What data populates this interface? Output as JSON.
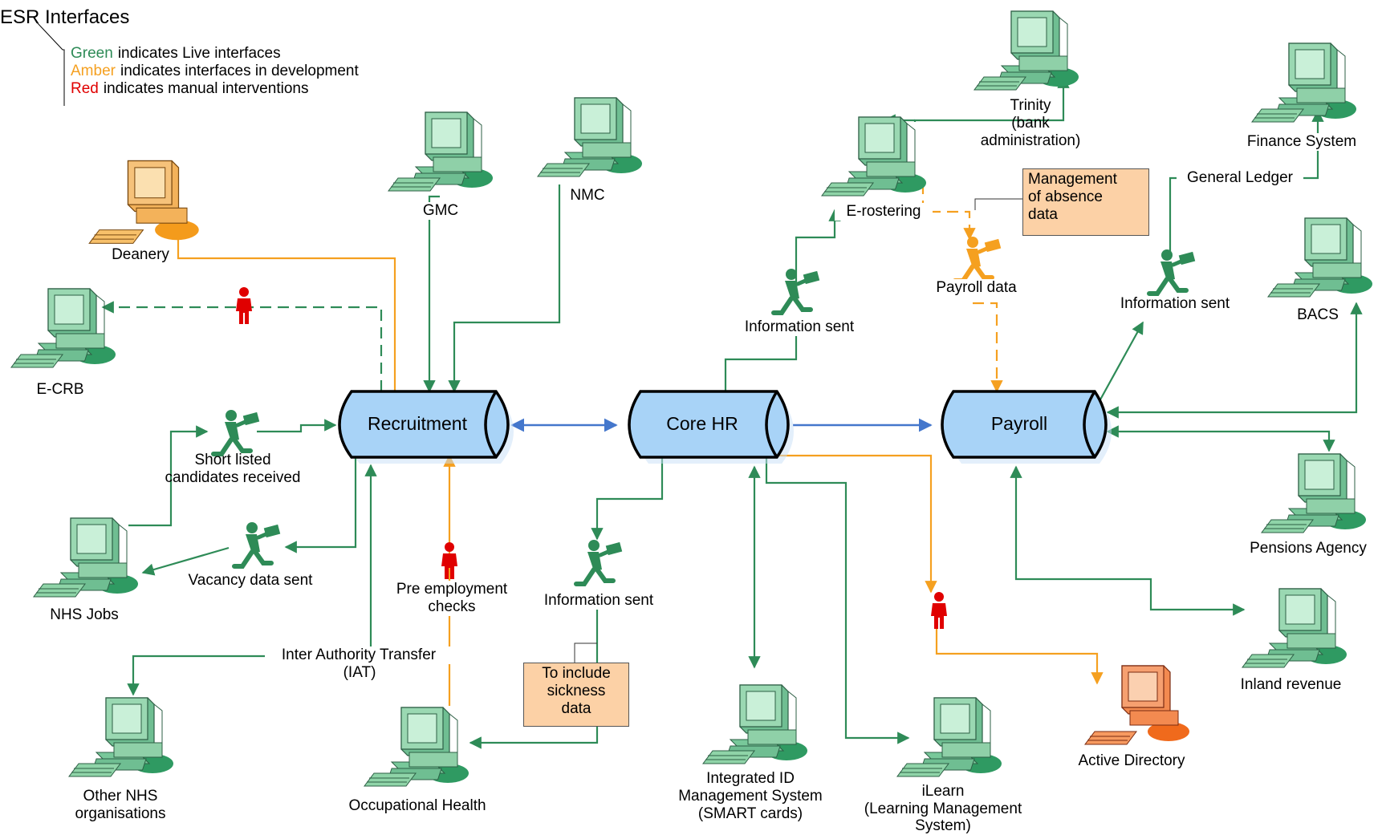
{
  "legend": {
    "title": "ESR Interfaces",
    "green_word": "Green",
    "green_text": "indicates Live interfaces",
    "amber_word": "Amber",
    "amber_text": "indicates interfaces in development",
    "red_word": "Red",
    "red_text": "indicates manual interventions"
  },
  "colors": {
    "green": "#2e8b57",
    "amber": "#f5a020",
    "red": "#e00000",
    "blue": "#4477cc",
    "drum_fill": "#a8d3f7",
    "note_fill": "#fcd1a6",
    "computer_green": "#4fa37b",
    "computer_amber": "#f0a040",
    "computer_orange": "#f07030"
  },
  "hubs": {
    "recruitment": "Recruitment",
    "core_hr": "Core HR",
    "payroll": "Payroll"
  },
  "systems": {
    "deanery": "Deanery",
    "ecrb": "E-CRB",
    "gmc": "GMC",
    "nmc": "NMC",
    "nhs_jobs": "NHS Jobs",
    "other_nhs_1": "Other NHS",
    "other_nhs_2": "organisations",
    "occupational_health": "Occupational Health",
    "integrated_id_1": "Integrated ID",
    "integrated_id_2": "Management System",
    "integrated_id_3": "(SMART cards)",
    "ilearn_1": "iLearn",
    "ilearn_2": "(Learning Management",
    "ilearn_3": "System)",
    "active_directory": "Active Directory",
    "erostering": "E-rostering",
    "trinity_1": "Trinity",
    "trinity_2": "(bank",
    "trinity_3": "administration)",
    "finance_system": "Finance System",
    "bacs": "BACS",
    "pensions_agency": "Pensions Agency",
    "inland_revenue": "Inland revenue"
  },
  "flows": {
    "short_listed_1": "Short listed",
    "short_listed_2": "candidates received",
    "vacancy_data": "Vacancy data sent",
    "pre_employment_1": "Pre employment",
    "pre_employment_2": "checks",
    "iat_1": "Inter Authority Transfer",
    "iat_2": "(IAT)",
    "info_sent_core": "Information sent",
    "info_sent_erostering": "Information sent",
    "payroll_data": "Payroll data",
    "info_sent_gl": "Information sent",
    "general_ledger": "General Ledger"
  },
  "notes": {
    "sickness_1": "To include",
    "sickness_2": "sickness",
    "sickness_3": "data",
    "absence_1": "Management",
    "absence_2": "of absence",
    "absence_3": "data"
  }
}
